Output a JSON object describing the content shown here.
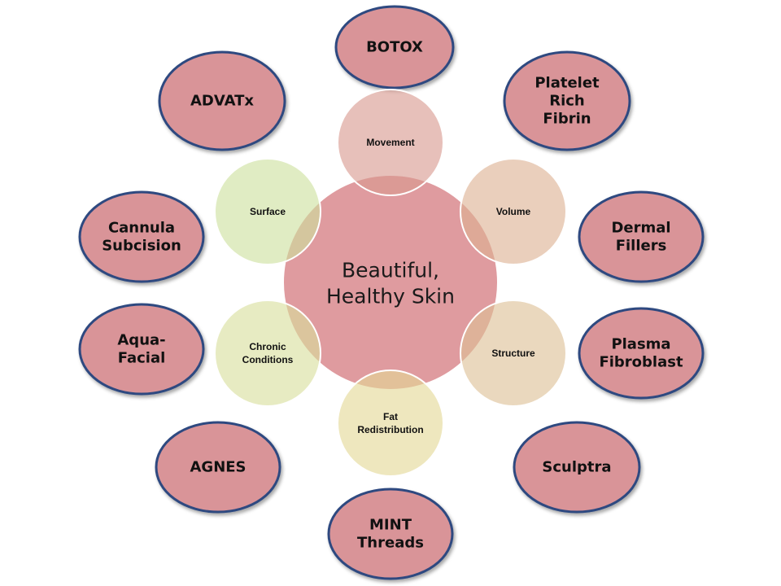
{
  "center": {
    "lines": [
      "Beautiful,",
      "Healthy Skin"
    ],
    "fill": "#d9898e"
  },
  "inner_circles": [
    {
      "id": "movement",
      "lines": [
        "Movement"
      ],
      "fill": "#d99a90"
    },
    {
      "id": "volume",
      "lines": [
        "Volume"
      ],
      "fill": "#ddb193"
    },
    {
      "id": "structure",
      "lines": [
        "Structure"
      ],
      "fill": "#ddc096"
    },
    {
      "id": "fat-redistribution",
      "lines": [
        "Fat",
        "Redistribution"
      ],
      "fill": "#e3d996"
    },
    {
      "id": "chronic-conditions",
      "lines": [
        "Chronic",
        "Conditions"
      ],
      "fill": "#d8df9c"
    },
    {
      "id": "surface",
      "lines": [
        "Surface"
      ],
      "fill": "#cde09e"
    }
  ],
  "outer_ellipses": [
    {
      "id": "botox",
      "lines": [
        "BOTOX"
      ]
    },
    {
      "id": "platelet-rich-fibrin",
      "lines": [
        "Platelet",
        "Rich",
        "Fibrin"
      ]
    },
    {
      "id": "dermal-fillers",
      "lines": [
        "Dermal",
        "Fillers"
      ]
    },
    {
      "id": "plasma-fibroblast",
      "lines": [
        "Plasma",
        "Fibroblast"
      ]
    },
    {
      "id": "sculptra",
      "lines": [
        "Sculptra"
      ]
    },
    {
      "id": "mint-threads",
      "lines": [
        "MINT",
        "Threads"
      ]
    },
    {
      "id": "agnes",
      "lines": [
        "AGNES"
      ]
    },
    {
      "id": "aqua-facial",
      "lines": [
        "Aqua-",
        "Facial"
      ]
    },
    {
      "id": "cannula-subcision",
      "lines": [
        "Cannula",
        "Subcision"
      ]
    },
    {
      "id": "advatx",
      "lines": [
        "ADVATx"
      ]
    }
  ],
  "colors": {
    "outer_fill": "#d99498",
    "outer_stroke": "#2f4a80",
    "center_stroke": "#ffffff",
    "inner_stroke": "#ffffff"
  }
}
